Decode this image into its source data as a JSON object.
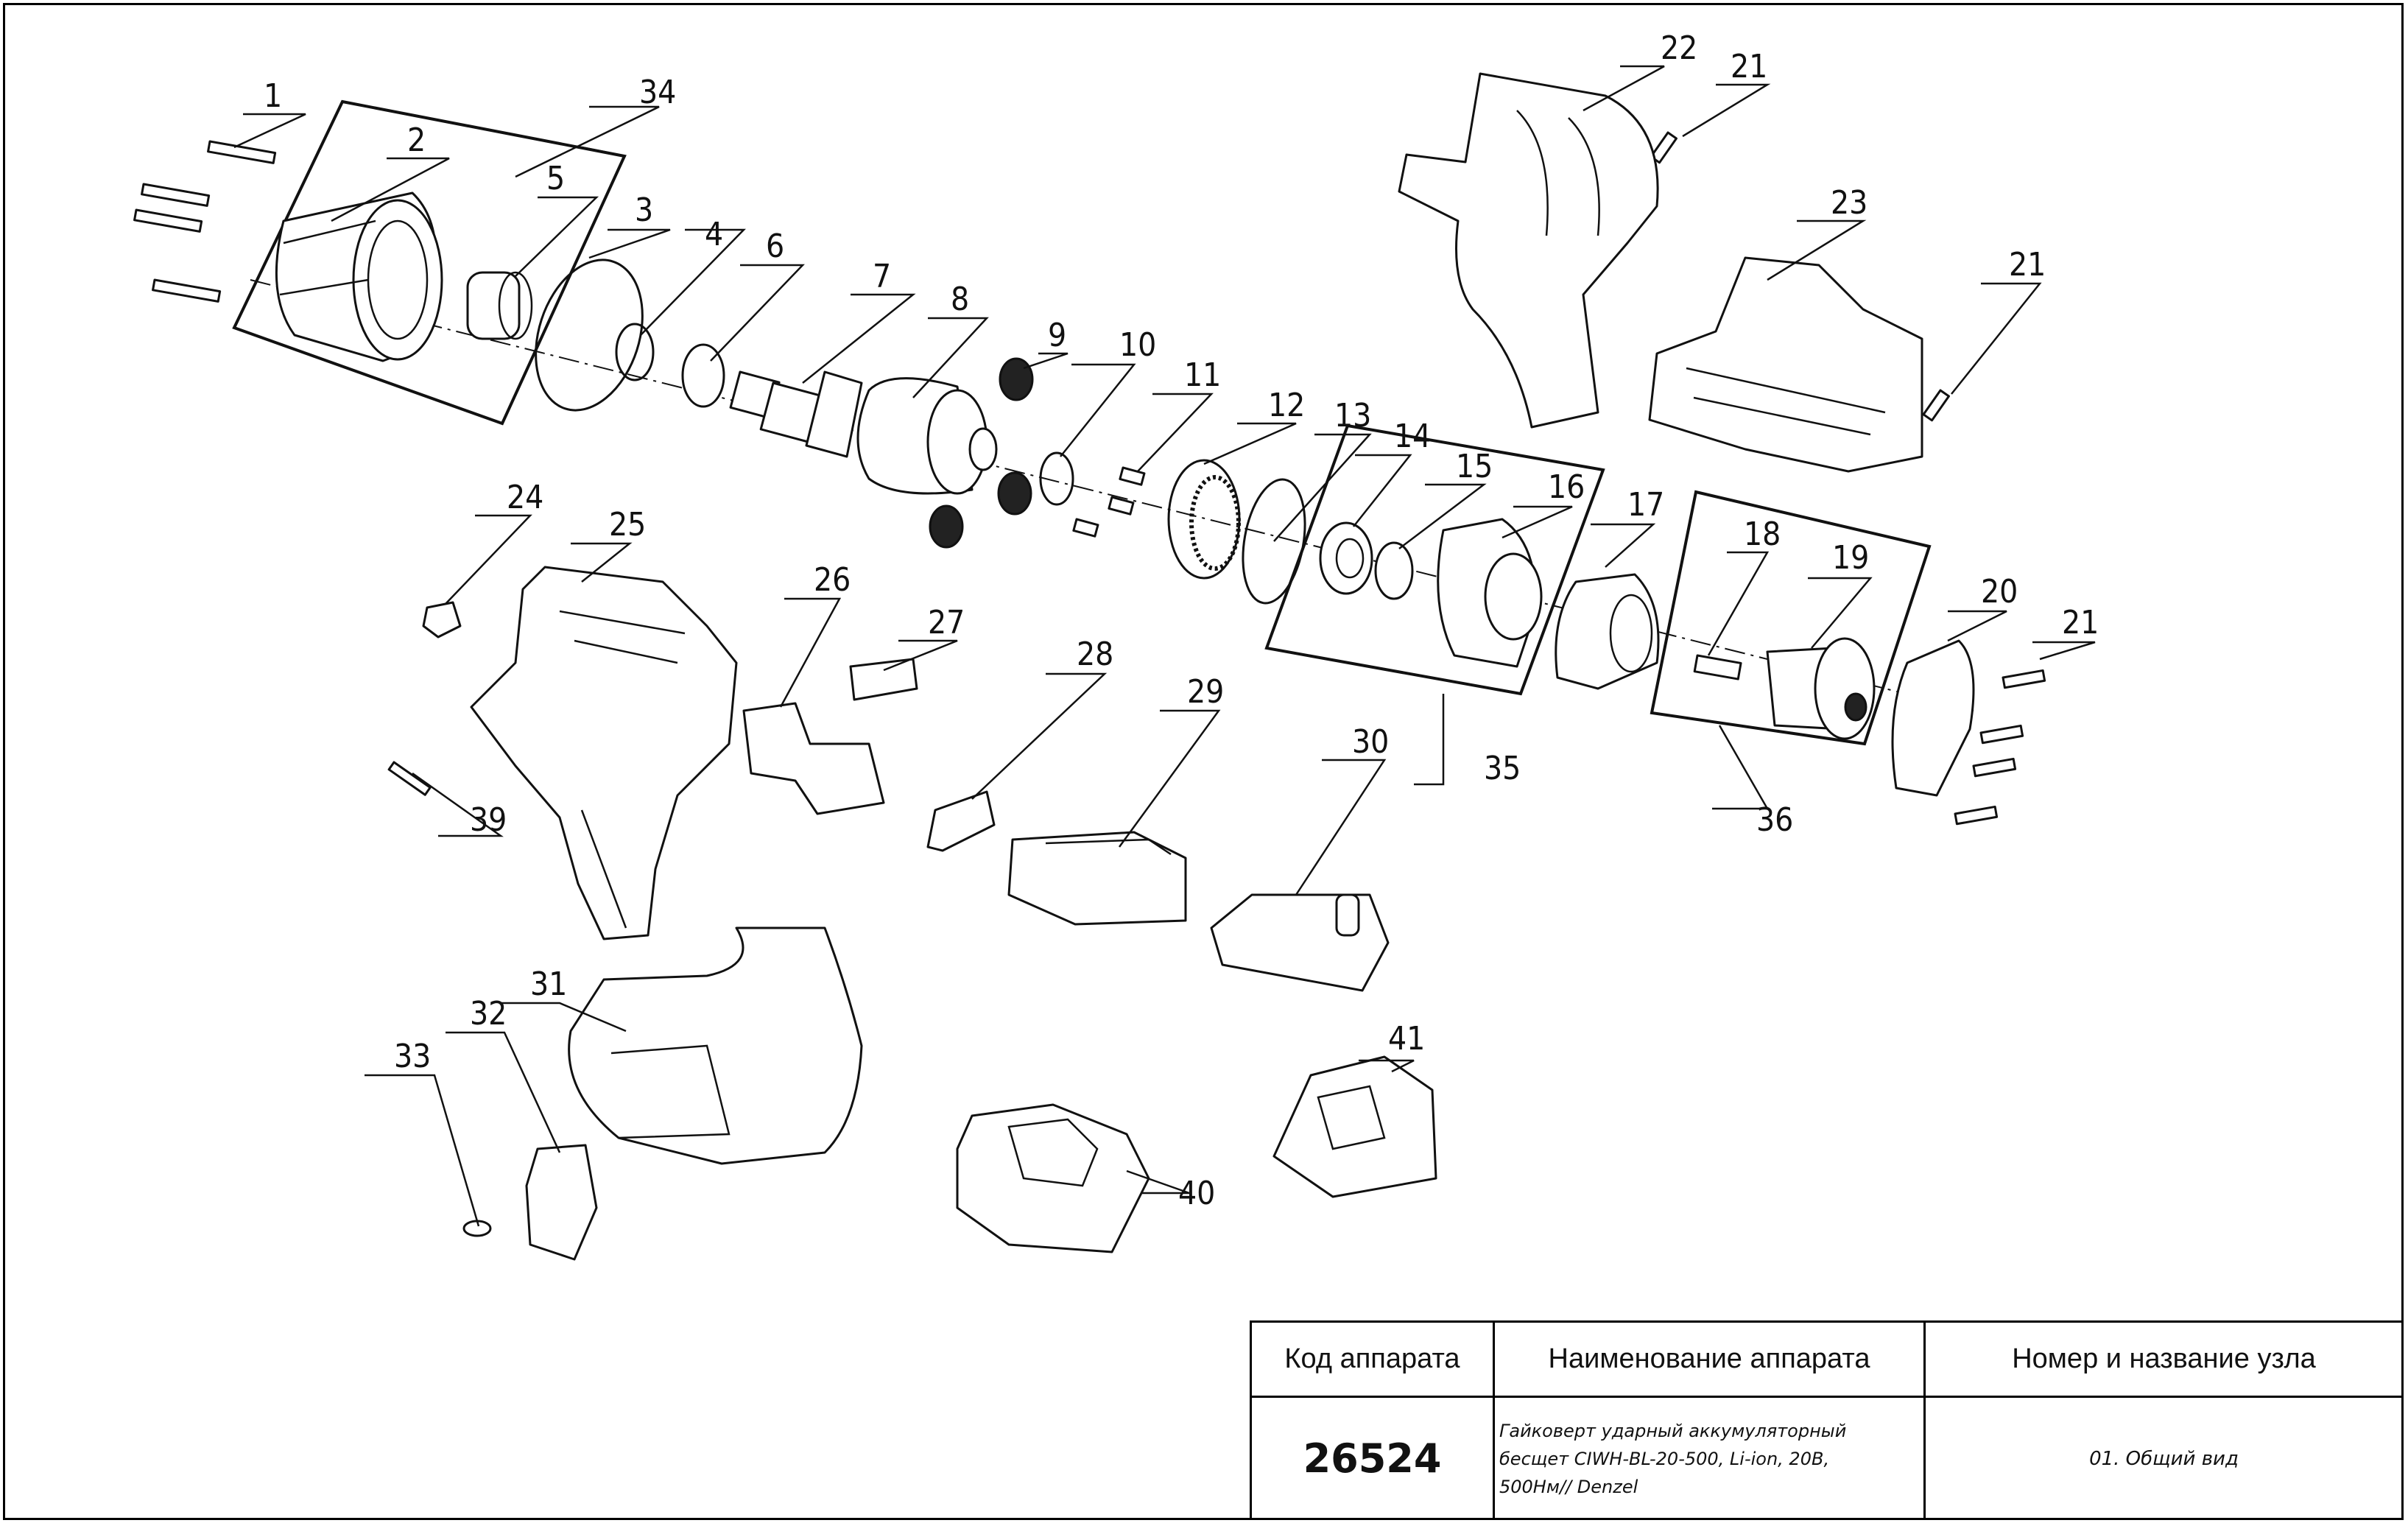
{
  "labels": [
    "1",
    "2",
    "3",
    "4",
    "5",
    "6",
    "7",
    "8",
    "9",
    "10",
    "11",
    "12",
    "13",
    "14",
    "15",
    "16",
    "17",
    "18",
    "19",
    "20",
    "21",
    "21",
    "21",
    "22",
    "23",
    "24",
    "25",
    "26",
    "27",
    "28",
    "29",
    "30",
    "31",
    "32",
    "33",
    "34",
    "35",
    "36",
    "39",
    "40",
    "41"
  ],
  "title_block": {
    "col1_header": "Код аппарата",
    "col2_header": "Наименование аппарата",
    "col3_header": "Номер и название узла",
    "code": "26524",
    "name": "Гайковерт ударный аккумуляторный\nбесщет CIWH-BL-20-500, Li-ion, 20В,\n500Нм// Denzel",
    "unit": "01. Общий вид"
  }
}
